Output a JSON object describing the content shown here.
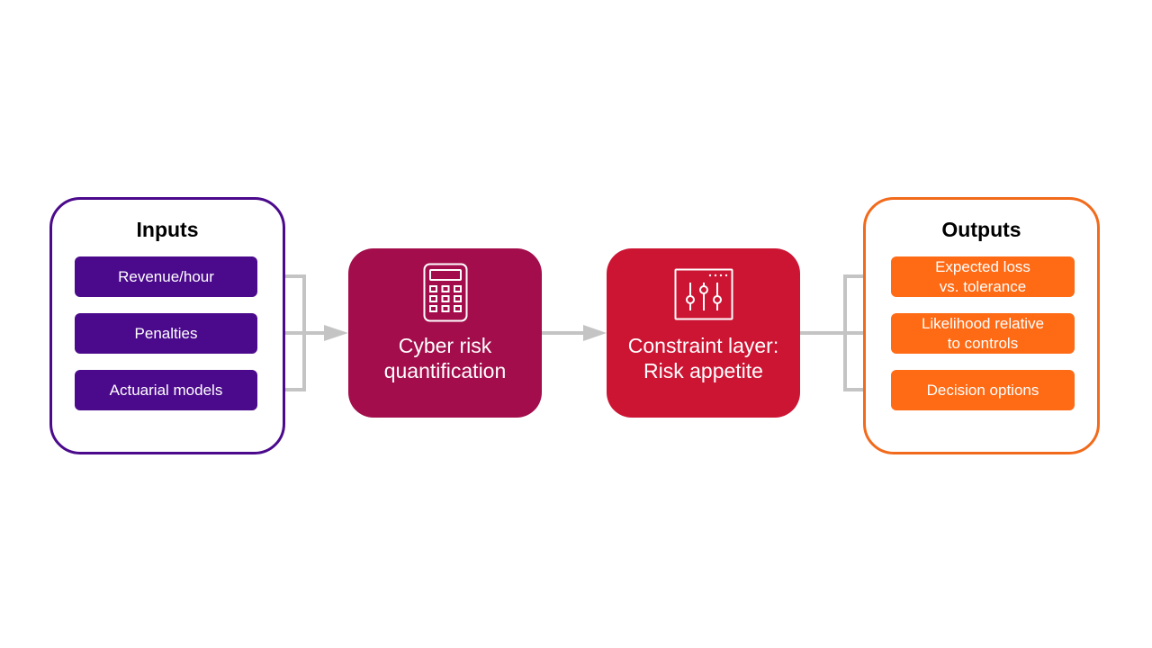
{
  "inputs": {
    "title": "Inputs",
    "items": [
      "Revenue/hour",
      "Penalties",
      "Actuarial models"
    ]
  },
  "stages": [
    {
      "label": "Cyber risk\nquantification",
      "icon": "calculator-icon"
    },
    {
      "label": "Constraint layer:\nRisk appetite",
      "icon": "sliders-icon"
    }
  ],
  "outputs": {
    "title": "Outputs",
    "items": [
      "Expected loss\nvs. tolerance",
      "Likelihood relative\nto controls",
      "Decision options"
    ]
  },
  "colors": {
    "inputs": "#4b0a8c",
    "stage1": "#a30d4b",
    "stage2": "#cc1433",
    "outputs": "#ff6a14",
    "connector": "#c4c4c4"
  }
}
